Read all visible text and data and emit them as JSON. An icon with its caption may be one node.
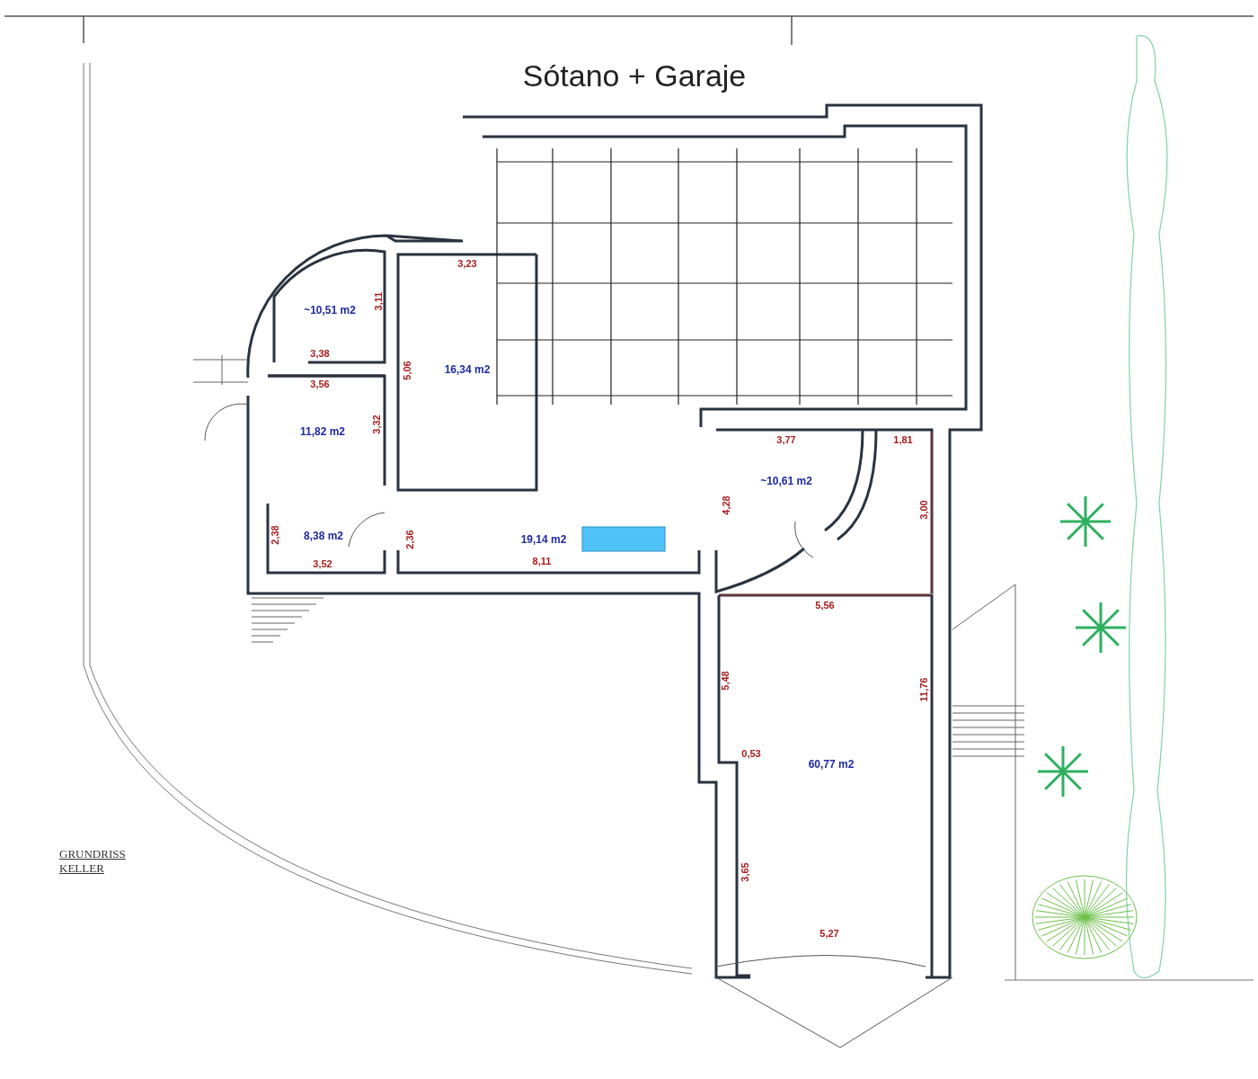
{
  "diagram": {
    "title": "Sótano + Garaje",
    "nodes": [
      {
        "text": [
          "~10,51 m2"
        ]
      },
      {
        "text": [
          "16,34 m2"
        ]
      },
      {
        "text": [
          "11,82 m2"
        ]
      },
      {
        "text": [
          "~10,61 m2"
        ]
      },
      {
        "text": [
          "8,38 m2"
        ]
      },
      {
        "text": [
          "19,14 m2"
        ]
      },
      {
        "text": [
          "60,77 m2"
        ]
      }
    ],
    "edges": [],
    "labels": [
      "3,23",
      "3,11",
      "3,38",
      "5,06",
      "3,56",
      "3,32",
      "3,77",
      "1,81",
      "4,28",
      "3,00",
      "2,38",
      "2,36",
      "3,52",
      "8,11",
      "5,56",
      "5,48",
      "11,76",
      "0,53",
      "GRUNDRISS KELLER",
      "3,65",
      "5,27"
    ]
  }
}
